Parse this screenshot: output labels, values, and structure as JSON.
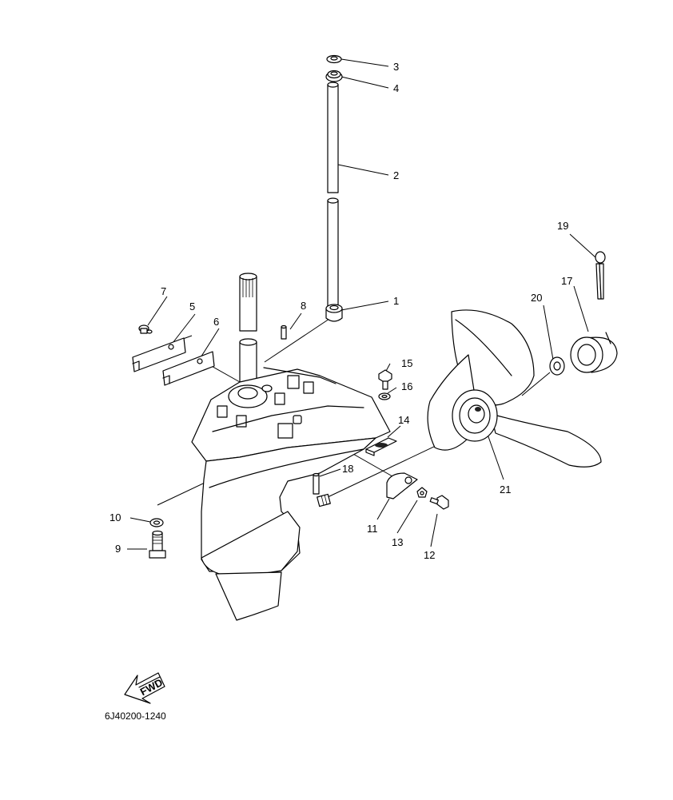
{
  "diagram": {
    "drawing_code": "6J40200-1240",
    "fwd_arrow_text": "FWD",
    "callouts": {
      "c1": "1",
      "c2": "2",
      "c3": "3",
      "c4": "4",
      "c5": "5",
      "c6": "6",
      "c7": "7",
      "c8": "8",
      "c9": "9",
      "c10": "10",
      "c11": "11",
      "c12": "12",
      "c13": "13",
      "c14": "14",
      "c15": "15",
      "c16": "16",
      "c17": "17",
      "c18": "18",
      "c19": "19",
      "c20": "20",
      "c21": "21"
    }
  }
}
